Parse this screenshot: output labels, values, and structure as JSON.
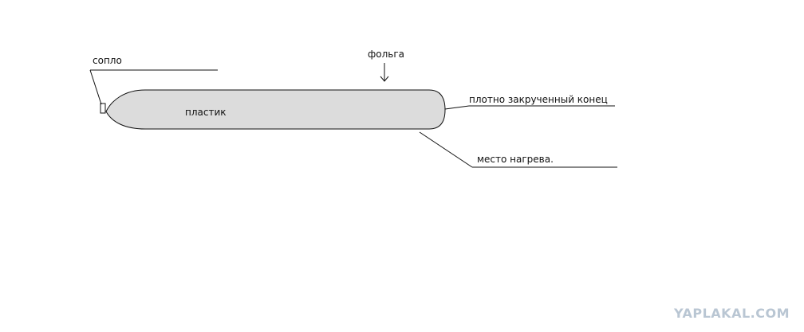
{
  "diagram": {
    "labels": {
      "nozzle": "сопло",
      "foil": "фольга",
      "plastic": "пластик",
      "twisted_end": "плотно закрученный конец",
      "heating_spot": "место нагрева."
    },
    "watermark": "YAPLAKAL.COM",
    "colors": {
      "body_fill": "#dcdcdc",
      "outline": "#111111",
      "watermark": "#b9c6d3"
    }
  }
}
